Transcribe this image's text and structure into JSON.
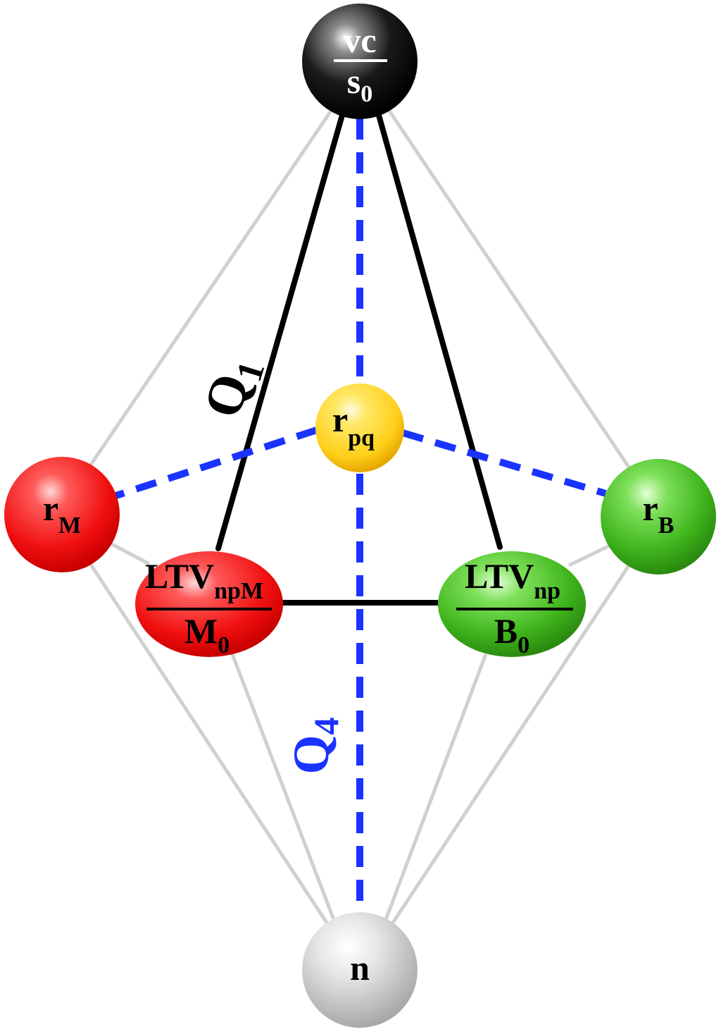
{
  "nodes": {
    "top": {
      "numerator": "vc",
      "denominator_main": "s",
      "denominator_sub": "0",
      "color": "#000000"
    },
    "left_ball": {
      "main": "r",
      "sub": "M",
      "color": "#ff1a1a"
    },
    "center_ball": {
      "main": "r",
      "sub": "pq",
      "color": "#ffd21a"
    },
    "right_ball": {
      "main": "r",
      "sub": "B",
      "color": "#33b31a"
    },
    "left_ellipse": {
      "numerator_main": "LTV",
      "numerator_sub": "npM",
      "denominator_main": "M",
      "denominator_sub": "0",
      "color": "#ff1a1a"
    },
    "right_ellipse": {
      "numerator_main": "LTV",
      "numerator_sub": "np",
      "denominator_main": "B",
      "denominator_sub": "0",
      "color": "#33b31a"
    },
    "bottom": {
      "main": "n",
      "color": "#c8c8c8"
    }
  },
  "edge_labels": {
    "q1": {
      "main": "Q",
      "sub": "1",
      "color": "#000000"
    },
    "q4": {
      "main": "Q",
      "sub": "4",
      "color": "#1a33ff"
    }
  },
  "colors": {
    "gray_edge": "#d0d0d0",
    "black_edge": "#000000",
    "blue_dashed": "#1a33ff"
  }
}
